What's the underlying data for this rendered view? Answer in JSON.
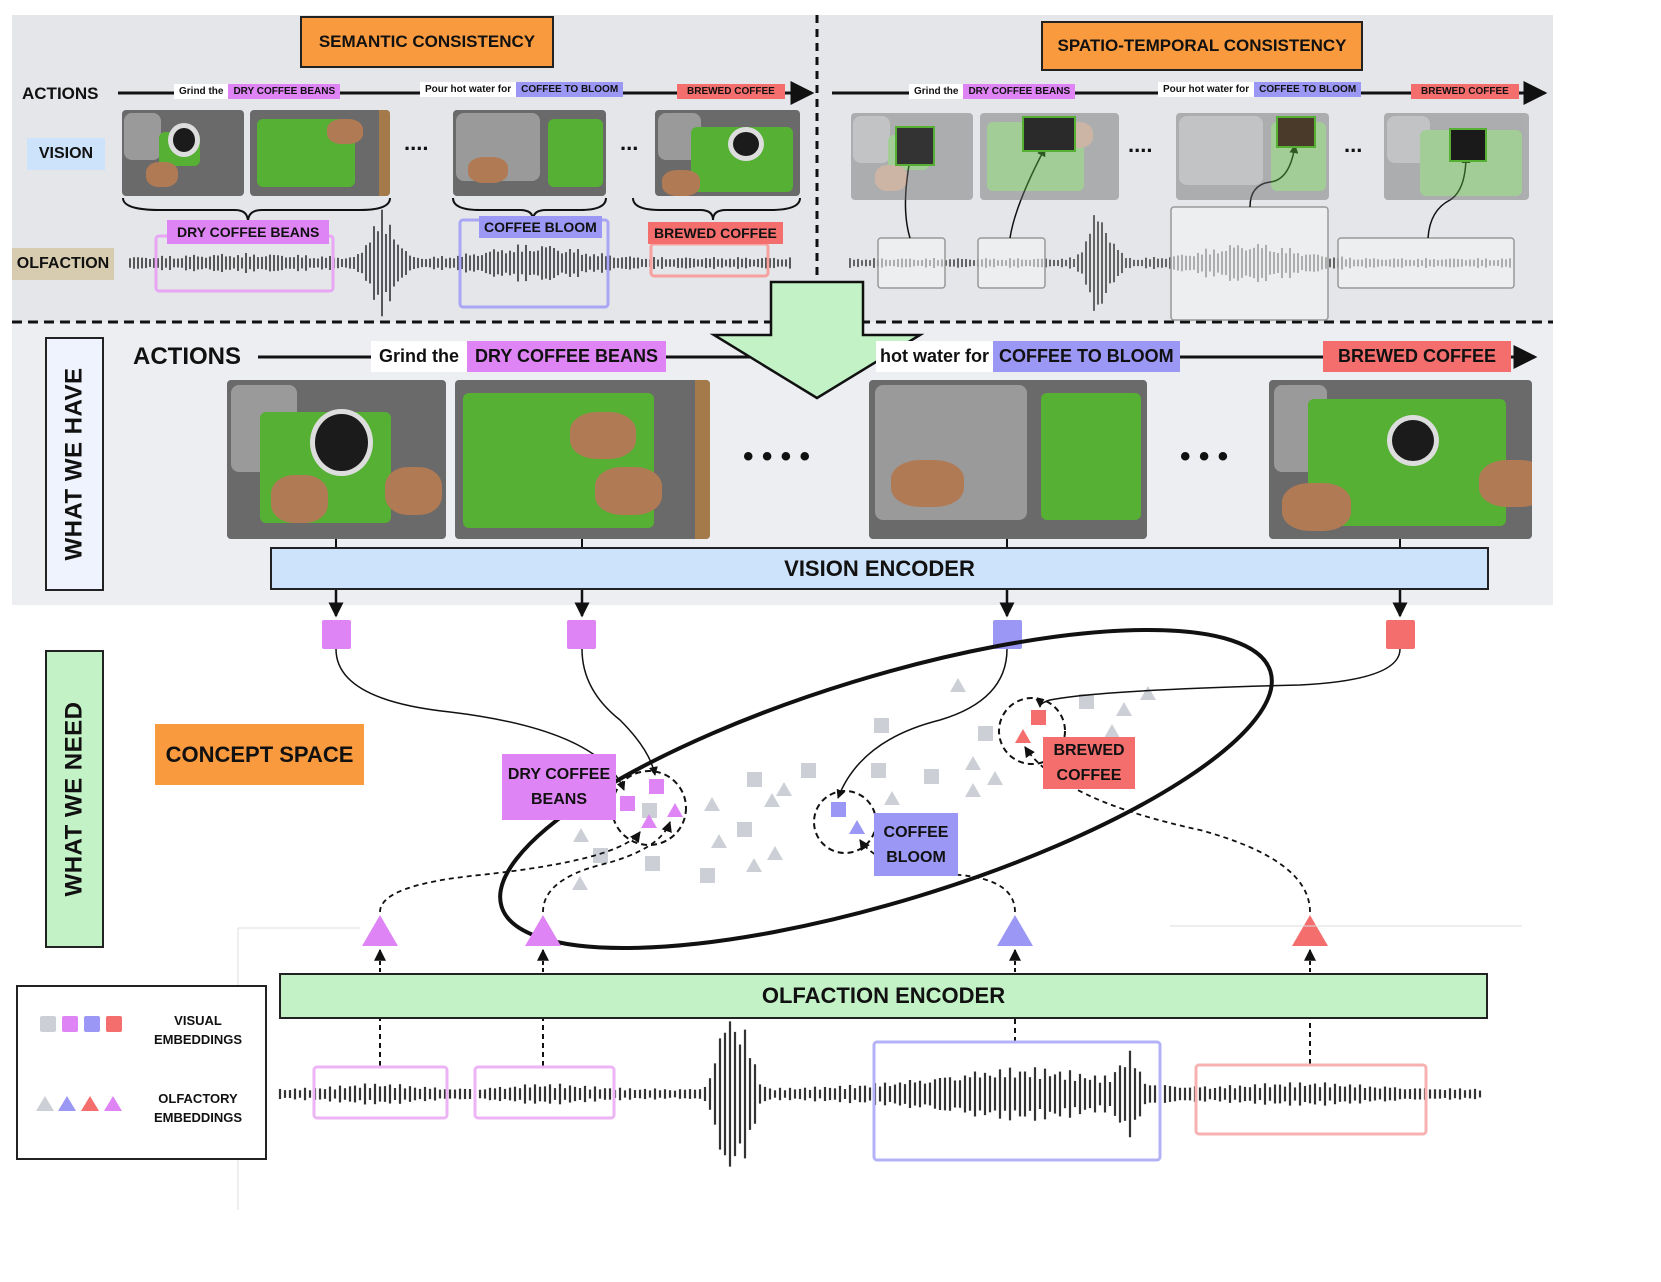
{
  "top_left": {
    "title": "SEMANTIC CONSISTENCY",
    "rows": {
      "actions": "ACTIONS",
      "vision": "VISION",
      "olfaction": "OLFACTION"
    },
    "action1_prefix": "Grind the",
    "action1_tag": "DRY COFFEE BEANS",
    "action2_prefix": "Pour hot water for",
    "action2_tag": "COFFEE TO BLOOM",
    "action3_tag": "BREWED COFFEE",
    "ellipsis_a": "....",
    "ellipsis_b": "...",
    "smell1": "DRY COFFEE BEANS",
    "smell2": "COFFEE BLOOM",
    "smell3": "BREWED COFFEE"
  },
  "top_right": {
    "title": "SPATIO-TEMPORAL CONSISTENCY",
    "action1_prefix": "Grind the",
    "action1_tag": "DRY COFFEE BEANS",
    "action2_prefix": "Pour hot water for",
    "action2_tag": "COFFEE TO BLOOM",
    "action3_tag": "BREWED COFFEE",
    "ellipsis_a": "....",
    "ellipsis_b": "..."
  },
  "have": {
    "side_label": "WHAT WE HAVE",
    "actions_label": "ACTIONS",
    "action1_prefix": "Grind the",
    "action1_tag": "DRY COFFEE BEANS",
    "action2_prefix": "hot water for",
    "action2_tag": "COFFEE TO BLOOM",
    "action3_tag": "BREWED COFFEE",
    "ellipsis_a": "• • • •",
    "ellipsis_b": "• • •",
    "vision_encoder": "VISION ENCODER"
  },
  "need": {
    "side_label": "WHAT WE NEED",
    "concept_space": "CONCEPT SPACE",
    "cluster_dry_line1": "DRY COFFEE",
    "cluster_dry_line2": "BEANS",
    "cluster_bloom_line1": "COFFEE",
    "cluster_bloom_line2": "BLOOM",
    "cluster_brewed_line1": "BREWED",
    "cluster_brewed_line2": "COFFEE",
    "olfaction_encoder": "OLFACTION ENCODER"
  },
  "legend": {
    "visual_line1": "VISUAL",
    "visual_line2": "EMBEDDINGS",
    "olfactory_line1": "OLFACTORY",
    "olfactory_line2": "EMBEDDINGS"
  },
  "colors": {
    "purple": "#de84f5",
    "blue": "#9b98f5",
    "red": "#f56e6e",
    "orange": "#f99a3e",
    "green": "#c4f2c7",
    "light_blue": "#cde2fb",
    "grey_marker": "#ccd0d6"
  }
}
